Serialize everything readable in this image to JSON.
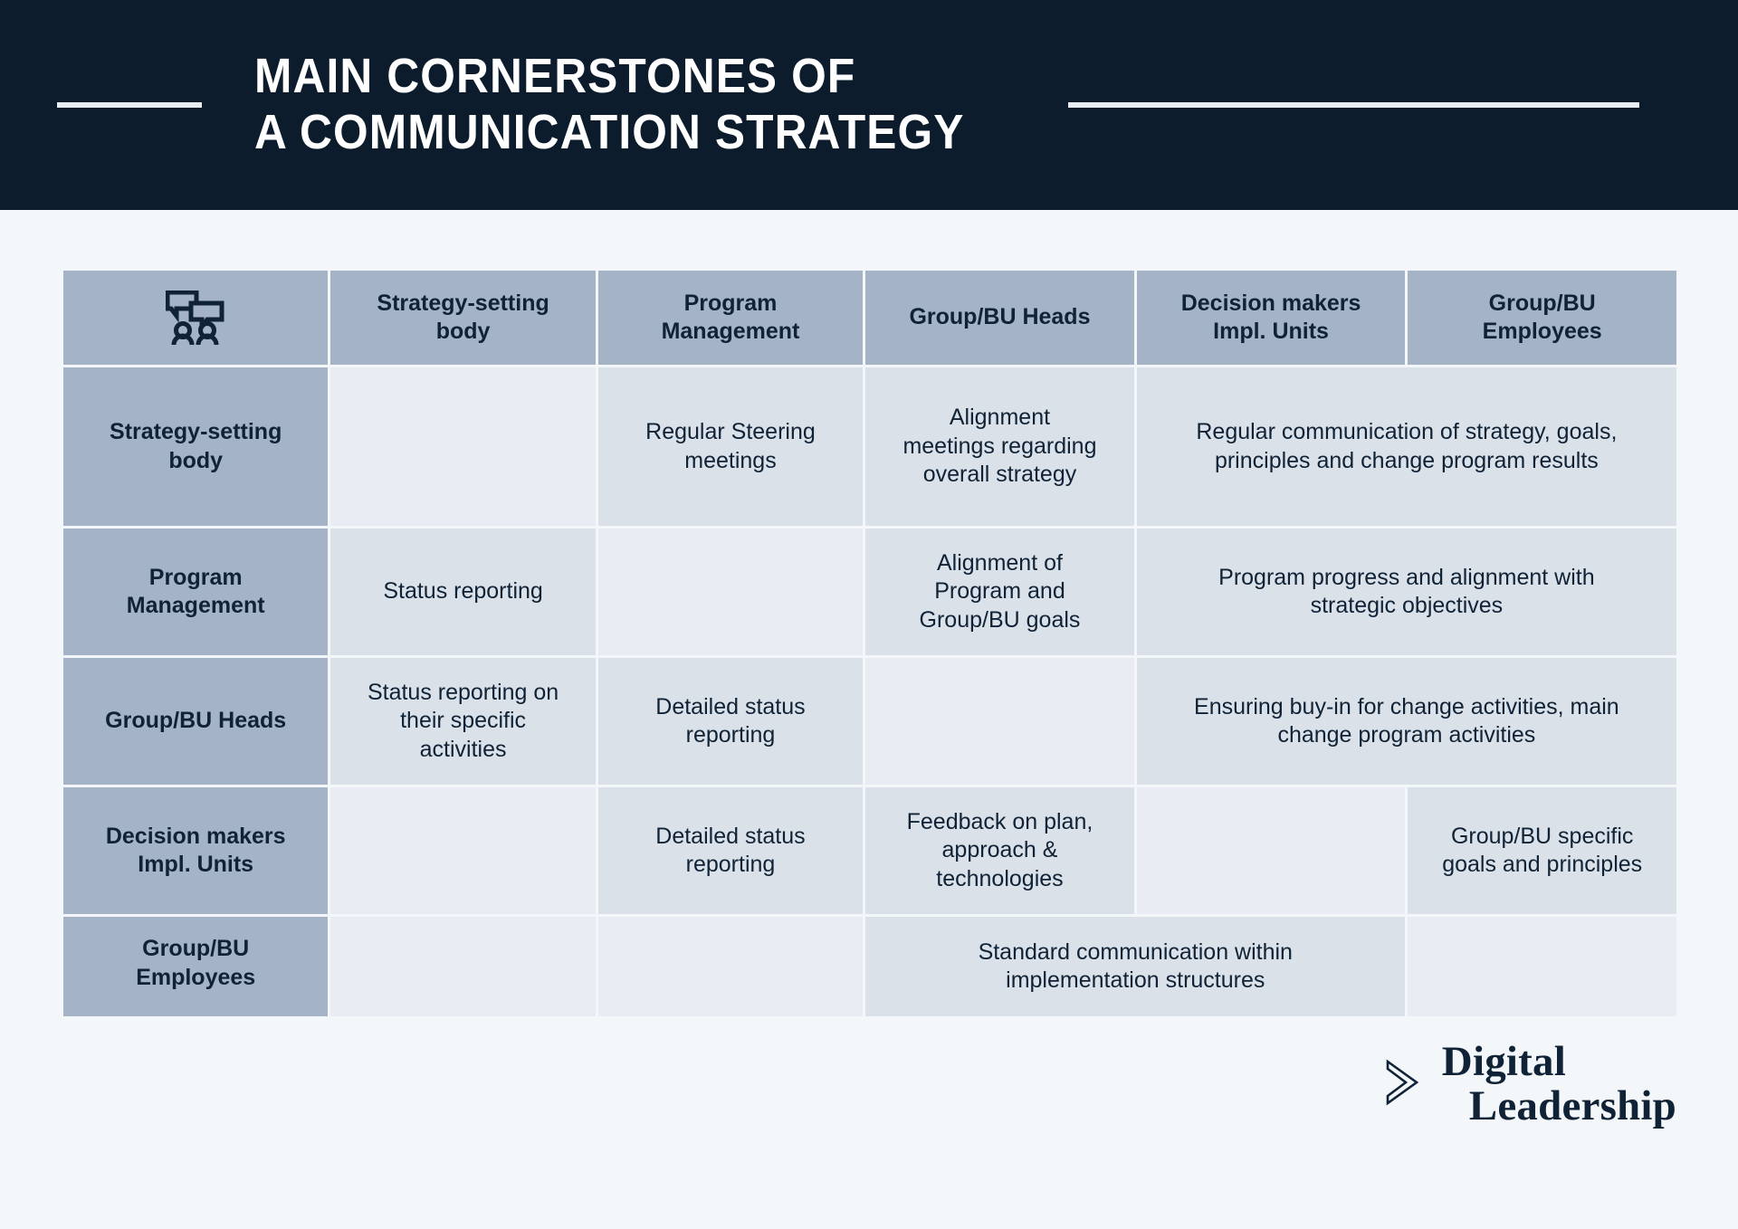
{
  "header": {
    "title": "MAIN CORNERSTONES OF\nA COMMUNICATION STRATEGY",
    "rule_left": "",
    "rule_right": ""
  },
  "colors": {
    "header_band": "#0c1c2c",
    "page_bg": "#f4f7fa",
    "header_cell": "#a5b3c7",
    "cell_filled": "#dbe1e9",
    "cell_blank": "#e9edf3",
    "text_dark": "#0f2236",
    "text_light": "#ffffff"
  },
  "matrix": {
    "corner_icon": "chat-people-icon",
    "columns": [
      {
        "label": "Strategy-setting\nbody",
        "align": "left"
      },
      {
        "label": "Program\nManagement",
        "align": "left"
      },
      {
        "label": "Group/BU Heads",
        "align": "center"
      },
      {
        "label": "Decision makers\nImpl. Units",
        "align": "left"
      },
      {
        "label": "Group/BU\nEmployees",
        "align": "left"
      }
    ],
    "rows": [
      {
        "header": "Strategy-setting\nbody",
        "cells": [
          {
            "text": "",
            "span": 1,
            "state": "blank"
          },
          {
            "text": "Regular Steering\nmeetings",
            "span": 1,
            "state": "filled"
          },
          {
            "text": "Alignment\nmeetings regarding\noverall strategy",
            "span": 1,
            "state": "filled"
          },
          {
            "text": "Regular communication of strategy, goals,\nprinciples and change program results",
            "span": 2,
            "state": "filled"
          }
        ]
      },
      {
        "header": "Program\nManagement",
        "cells": [
          {
            "text": "Status reporting",
            "span": 1,
            "state": "filled"
          },
          {
            "text": "",
            "span": 1,
            "state": "blank"
          },
          {
            "text": "Alignment of\nProgram and\nGroup/BU goals",
            "span": 1,
            "state": "filled"
          },
          {
            "text": "Program progress and alignment with\nstrategic objectives",
            "span": 2,
            "state": "filled"
          }
        ]
      },
      {
        "header": "Group/BU Heads",
        "cells": [
          {
            "text": "Status reporting on\ntheir specific\nactivities",
            "span": 1,
            "state": "filled"
          },
          {
            "text": "Detailed status\nreporting",
            "span": 1,
            "state": "filled"
          },
          {
            "text": "",
            "span": 1,
            "state": "blank"
          },
          {
            "text": "Ensuring buy-in for change activities, main\nchange program activities",
            "span": 2,
            "state": "filled"
          }
        ]
      },
      {
        "header": "Decision makers\nImpl. Units",
        "cells": [
          {
            "text": "",
            "span": 1,
            "state": "blank"
          },
          {
            "text": "Detailed status\nreporting",
            "span": 1,
            "state": "filled"
          },
          {
            "text": "Feedback on plan,\napproach &\ntechnologies",
            "span": 1,
            "state": "filled"
          },
          {
            "text": "",
            "span": 1,
            "state": "blank"
          },
          {
            "text": "Group/BU specific\ngoals and principles",
            "span": 1,
            "state": "filled"
          }
        ]
      },
      {
        "header": "Group/BU\nEmployees",
        "header_align": "top",
        "cells": [
          {
            "text": "",
            "span": 1,
            "state": "blank"
          },
          {
            "text": "",
            "span": 1,
            "state": "blank"
          },
          {
            "text": "Standard communication within\nimplementation structures",
            "span": 2,
            "state": "filled"
          },
          {
            "text": "",
            "span": 1,
            "state": "blank"
          }
        ]
      }
    ]
  },
  "logo": {
    "icon": "chevron-right-outline-icon",
    "line1": "Digital",
    "line2": "Leadership"
  }
}
